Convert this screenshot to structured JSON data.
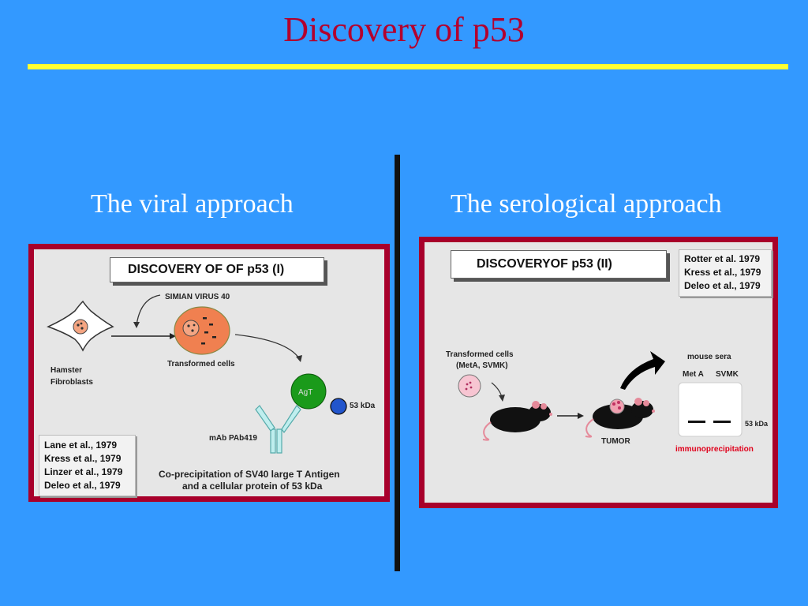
{
  "slide": {
    "title": "Discovery of p53"
  },
  "left": {
    "heading": "The viral approach",
    "figure": {
      "header": "DISCOVERY OF OF p53 (I)",
      "virus": "SIMIAN VIRUS 40",
      "hamster": [
        "Hamster",
        "Fibroblasts"
      ],
      "transformed": "Transformed cells",
      "agt": "AgT",
      "kda": "53 kDa",
      "mab": "mAb PAb419",
      "refs": [
        "Lane et al., 1979",
        "Kress et al., 1979",
        "Linzer et al., 1979",
        "Deleo et al., 1979"
      ],
      "caption": [
        "Co-precipitation of SV40 large T Antigen",
        "and a cellular protein of 53 kDa"
      ]
    }
  },
  "right": {
    "heading": "The serological approach",
    "figure": {
      "header": "DISCOVERYOF p53 (II)",
      "refs": [
        "Rotter et al. 1979",
        "Kress et al., 1979",
        "Deleo et al., 1979"
      ],
      "transformed": [
        "Transformed cells",
        "(MetA, SVMK)"
      ],
      "tumor": "TUMOR",
      "sera": "mouse sera",
      "lanes": [
        "Met A",
        "SVMK"
      ],
      "kda": "53 kDa",
      "ip": "immunoprecipitation"
    }
  }
}
